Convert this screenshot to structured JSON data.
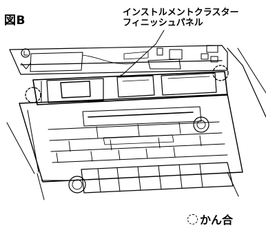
{
  "figure": {
    "label": "図B",
    "callout_line1": "インストルメントクラスター",
    "callout_line2": "フィニッシュパネル",
    "legend_text": "かん合",
    "legend_symbol": "dashed-circle-icon"
  },
  "colors": {
    "line": "#000000",
    "background": "#ffffff"
  }
}
